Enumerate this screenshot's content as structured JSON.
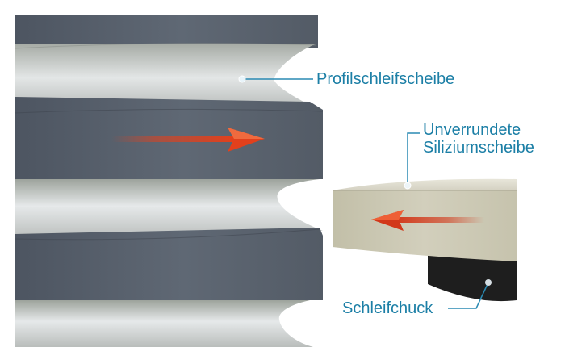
{
  "labels": {
    "grinding_wheel": "Profilschleifscheibe",
    "wafer_line1": "Unverrundete",
    "wafer_line2": "Siliziumscheibe",
    "chuck": "Schleifchuck"
  },
  "colors": {
    "label_text": "#1c7fa6",
    "leader_line": "#2a8ab3",
    "arrow": "#e2401c",
    "wheel_dark": "#5b6470",
    "wheel_light": "#d7dcde",
    "wafer_face": "#ccc9b4",
    "chuck": "#1e1e1e"
  },
  "icons": {
    "motion_arrow": "arrow-right-icon",
    "counter_motion_arrow": "arrow-left-icon"
  }
}
